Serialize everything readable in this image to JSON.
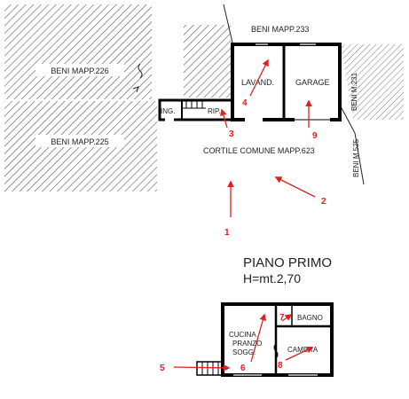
{
  "labels": {
    "beni_226": "BENI MAPP.226",
    "beni_225": "BENI MAPP.225",
    "beni_233": "BENI MAPP.233",
    "beni_231": "BENI M.231",
    "beni_525": "BENI M.525",
    "ing": "ING.",
    "rip": "RIP.",
    "lavand": "LAVAND.",
    "garage": "GARAGE",
    "cortile": "CORTILE COMUNE MAPP.623",
    "piano_title": "PIANO PRIMO",
    "piano_height": "H=mt.2,70",
    "cucina": "CUCINA",
    "pranzo": "PRANZO",
    "sogg": "SOGG.",
    "bagno": "BAGNO",
    "camera": "CAMERA"
  },
  "markers": [
    "1",
    "2",
    "3",
    "4",
    "5",
    "6",
    "7",
    "8",
    "9"
  ],
  "colors": {
    "wall": "#000000",
    "hatch": "#555555",
    "marker": "#e02020"
  }
}
